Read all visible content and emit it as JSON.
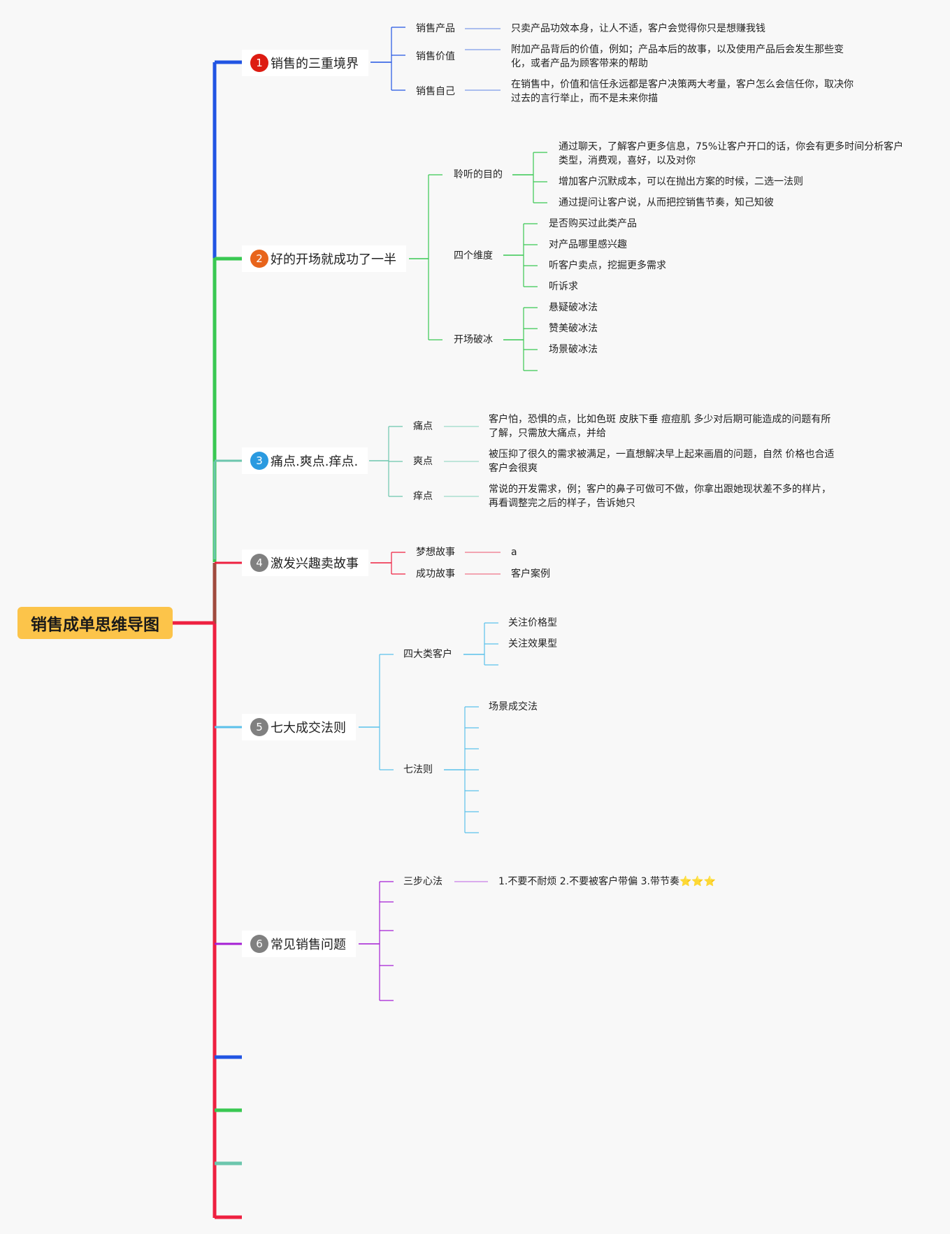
{
  "colors": {
    "blue": "#2154e3",
    "green": "#39c852",
    "teal": "#6cc6ad",
    "red": "#ee2040",
    "cyan": "#5bc1ea",
    "purple": "#a51fd4",
    "badge_red": "#dd1c12",
    "badge_orange": "#e8641b",
    "badge_blue": "#2a9ae0",
    "badge_gray": "#808080"
  },
  "root": {
    "title": "销售成单思维导图"
  },
  "branches": [
    {
      "num": "1",
      "title": "销售的三重境界",
      "children": [
        {
          "label": "销售产品",
          "leaf": "只卖产品功效本身，让人不适，客户会觉得你只是想赚我钱"
        },
        {
          "label": "销售价值",
          "leaf": "附加产品背后的价值，例如；产品本后的故事，以及使用产品后会发生那些变化，或者产品为顾客带来的帮助"
        },
        {
          "label": "销售自己",
          "leaf": "在销售中，价值和信任永远都是客户决策两大考量，客户怎么会信任你，取决你过去的言行举止，而不是未来你描"
        }
      ]
    },
    {
      "num": "2",
      "title": "好的开场就成功了一半",
      "children": [
        {
          "label": "聆听的目的",
          "items": [
            "通过聊天，了解客户更多信息，75%让客户开口的话，你会有更多时间分析客户类型，消费观，喜好，以及对你",
            "增加客户沉默成本，可以在抛出方案的时候，二选一法则",
            "通过提问让客户说，从而把控销售节奏，知己知彼"
          ]
        },
        {
          "label": "四个维度",
          "items": [
            "是否购买过此类产品",
            "对产品哪里感兴趣",
            "听客户卖点，挖掘更多需求",
            "听诉求"
          ]
        },
        {
          "label": "开场破冰",
          "items": [
            "悬疑破冰法",
            "赞美破冰法",
            "场景破冰法",
            ""
          ]
        }
      ]
    },
    {
      "num": "3",
      "title": "痛点.爽点.痒点.",
      "children": [
        {
          "label": "痛点",
          "leaf": "客户怕，恐惧的点，比如色斑 皮肤下垂 痘痘肌 多少对后期可能造成的问题有所了解，只需放大痛点，并给"
        },
        {
          "label": "爽点",
          "leaf": "被压抑了很久的需求被满足，一直想解决早上起来画眉的问题，自然 价格也合适客户会很爽"
        },
        {
          "label": "痒点",
          "leaf": "常说的开发需求，例；客户的鼻子可做可不做，你拿出跟她现状差不多的样片，再看调整完之后的样子，告诉她只"
        }
      ]
    },
    {
      "num": "4",
      "title": "激发兴趣卖故事",
      "children": [
        {
          "label": "梦想故事",
          "leaf": "a"
        },
        {
          "label": "成功故事",
          "leaf": "客户案例"
        }
      ]
    },
    {
      "num": "5",
      "title": "七大成交法则",
      "children": [
        {
          "label": "四大类客户",
          "items": [
            "关注价格型",
            "关注效果型",
            ""
          ]
        },
        {
          "label": "七法则",
          "items": [
            "场景成交法",
            "",
            "",
            "",
            "",
            "",
            ""
          ]
        }
      ]
    },
    {
      "num": "6",
      "title": "常见销售问题",
      "children": [
        {
          "label": "三步心法",
          "leaf": "1.不要不耐烦 2.不要被客户带偏 3.带节奏⭐⭐⭐"
        },
        {
          "label": ""
        },
        {
          "label": ""
        },
        {
          "label": ""
        },
        {
          "label": ""
        }
      ]
    }
  ]
}
